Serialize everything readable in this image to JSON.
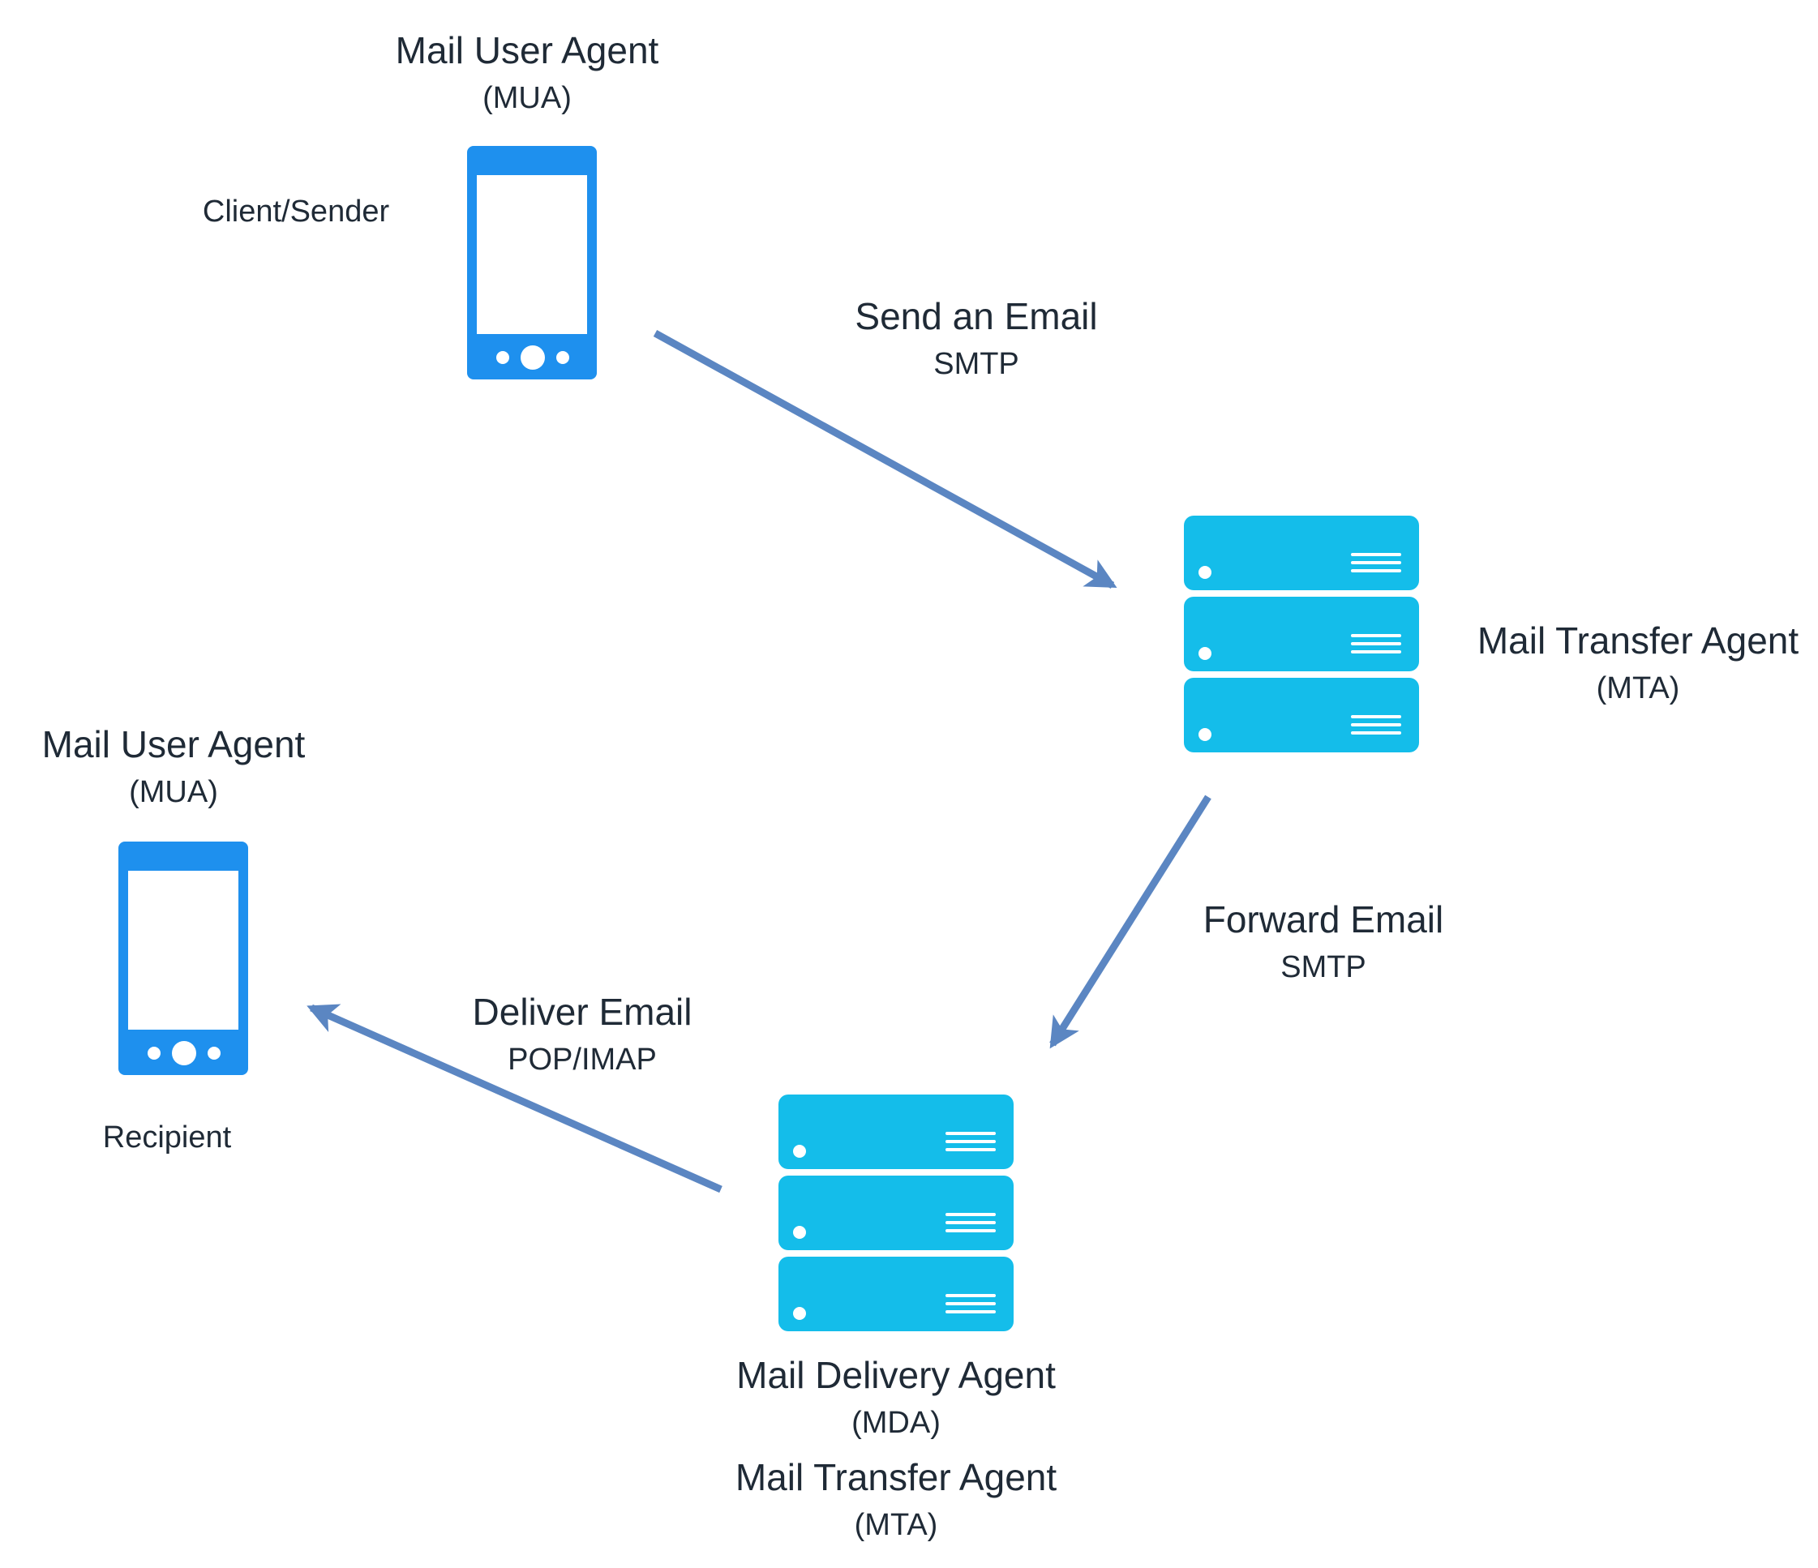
{
  "colors": {
    "phone": "#1e90ee",
    "server": "#14bdea",
    "arrow": "#5b86c2",
    "text": "#1f2a36"
  },
  "sender": {
    "title": "Mail User Agent",
    "abbr": "(MUA)",
    "role": "Client/Sender",
    "icon": "mobile-phone-icon"
  },
  "mta": {
    "title": "Mail Transfer Agent",
    "abbr": "(MTA)",
    "icon": "server-stack-icon"
  },
  "mda": {
    "title": "Mail Delivery Agent",
    "abbr": "(MDA)",
    "title2": "Mail Transfer Agent",
    "abbr2": "(MTA)",
    "icon": "server-stack-icon"
  },
  "recipient": {
    "title": "Mail User Agent",
    "abbr": "(MUA)",
    "role": "Recipient",
    "icon": "mobile-phone-icon"
  },
  "edges": [
    {
      "label": "Send an Email",
      "protocol": "SMTP",
      "from": "sender",
      "to": "mta"
    },
    {
      "label": "Forward Email",
      "protocol": "SMTP",
      "from": "mta",
      "to": "mda"
    },
    {
      "label": "Deliver Email",
      "protocol": "POP/IMAP",
      "from": "mda",
      "to": "recipient"
    }
  ]
}
